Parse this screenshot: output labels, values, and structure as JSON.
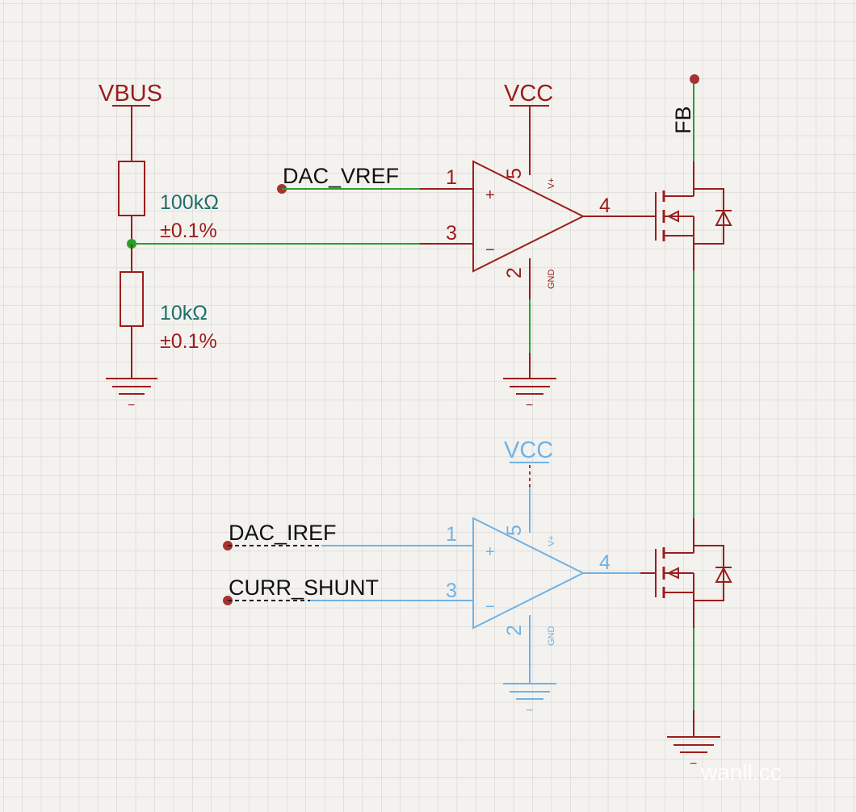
{
  "colors": {
    "background": "#f4f2ee",
    "grid": "#cfcfcf",
    "symbol": "#9b1d1d",
    "wire": "#2aa02a",
    "active_label": "#1e6e6e",
    "ghost": "#6fb3e6",
    "junction": "#2aa02a",
    "pin_end": "#a83232",
    "text": "#111111"
  },
  "upper_circuit": {
    "supply_vbus": "VBUS",
    "supply_vcc": "VCC",
    "feedback_label": "FB",
    "net_dac_vref": "DAC_VREF",
    "resistor_top": {
      "value": "100kΩ",
      "tolerance": "±0.1%"
    },
    "resistor_bottom": {
      "value": "10kΩ",
      "tolerance": "±0.1%"
    },
    "opamp": {
      "pin_noninv": "1",
      "pin_inv": "3",
      "pin_out": "4",
      "pin_vplus": "5",
      "pin_gnd": "2",
      "vplus_label": "V+",
      "gnd_label": "GND",
      "plus_sign": "+",
      "minus_sign": "−"
    },
    "gnd_mark": "−"
  },
  "lower_circuit": {
    "supply_vcc": "VCC",
    "net_dac_iref": "DAC_IREF",
    "net_curr_shunt": "CURR_SHUNT",
    "opamp": {
      "pin_noninv": "1",
      "pin_inv": "3",
      "pin_out": "4",
      "pin_vplus": "5",
      "pin_gnd": "2",
      "vplus_label": "V+",
      "gnd_label": "GND",
      "plus_sign": "+",
      "minus_sign": "−"
    },
    "gnd_mark": "−"
  },
  "watermark": "wanll.cc"
}
